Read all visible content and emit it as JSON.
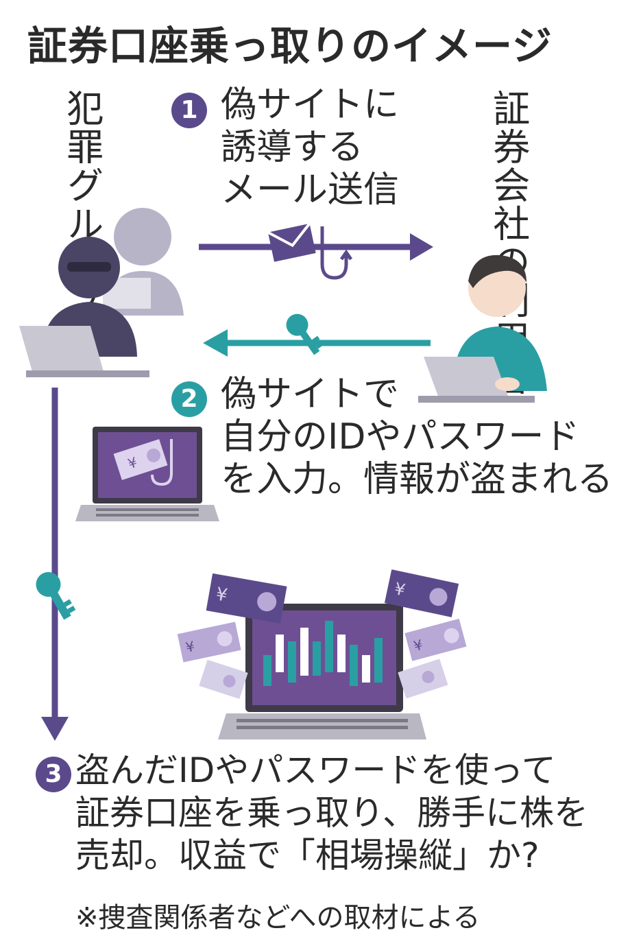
{
  "title": "証券口座乗っ取りのイメージ",
  "actors": {
    "criminal_group": "犯罪グループ",
    "user": "証券会社の利用者"
  },
  "steps": [
    {
      "number": "1",
      "lines": [
        "偽サイトに",
        "誘導する",
        "メール送信"
      ]
    },
    {
      "number": "2",
      "lines": [
        "偽サイトで",
        "自分のIDやパスワード",
        "を入力。情報が盗まれる"
      ]
    },
    {
      "number": "3",
      "lines": [
        "盗んだIDやパスワードを使って",
        "証券口座を乗っ取り、勝手に株を",
        "売却。収益で「相場操縦」か?"
      ]
    }
  ],
  "note": "※捜査関係者などへの取材による",
  "colors": {
    "purple": "#5b4a8b",
    "teal": "#2a9fa3",
    "gray_figure": "#b7b4c8",
    "dark_figure": "#4a4565",
    "screen_purple": "#6e4f94",
    "money": "#b7a8d6"
  },
  "icons": [
    "envelope-icon",
    "fish-hook-icon",
    "key-icon",
    "yen-bill-icon",
    "laptop-icon",
    "candlestick-chart-icon"
  ]
}
